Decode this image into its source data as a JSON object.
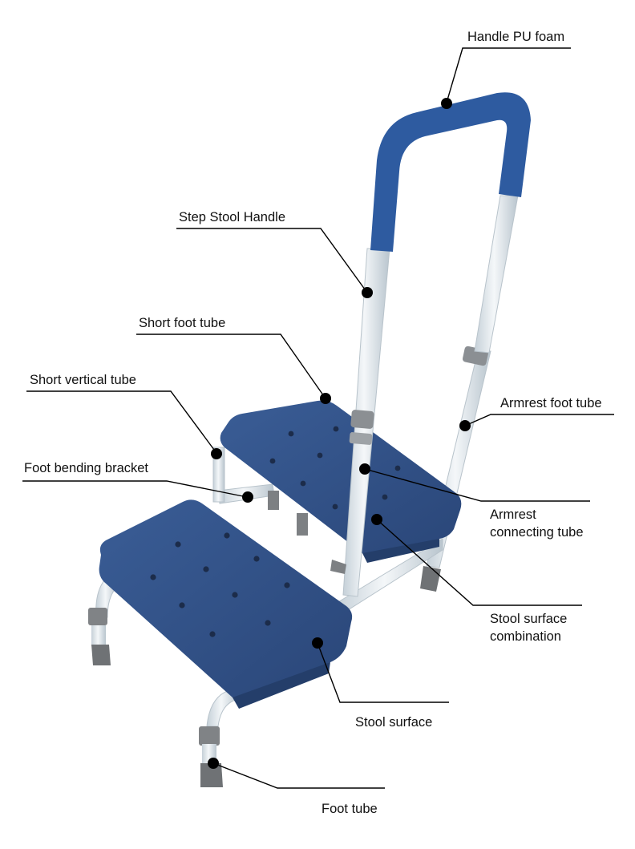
{
  "diagram": {
    "subject": "Step stool with handle",
    "colors": {
      "seat_blue": "#2f4f85",
      "seat_blue_light": "#3a5d96",
      "handle_blue": "#2e5ba0",
      "tube_white": "#e8eef2",
      "tube_shade": "#c5d0d8",
      "rubber_gray": "#7a7d80",
      "leader_line": "#000000"
    },
    "labels": [
      {
        "id": "handle-pu-foam",
        "text": "Handle PU foam"
      },
      {
        "id": "step-stool-handle",
        "text": "Step Stool Handle"
      },
      {
        "id": "short-foot-tube",
        "text": "Short foot tube"
      },
      {
        "id": "short-vertical-tube",
        "text": "Short vertical tube"
      },
      {
        "id": "armrest-foot-tube",
        "text": "Armrest foot tube"
      },
      {
        "id": "foot-bending-bracket",
        "text": "Foot bending bracket"
      },
      {
        "id": "armrest-connecting-tube",
        "text": "Armrest connecting tube",
        "lines": [
          "Armrest",
          "connecting tube"
        ]
      },
      {
        "id": "stool-surface-combination",
        "text": "Stool surface combination",
        "lines": [
          "Stool surface",
          "combination"
        ]
      },
      {
        "id": "stool-surface",
        "text": "Stool surface"
      },
      {
        "id": "foot-tube",
        "text": "Foot tube"
      }
    ]
  }
}
